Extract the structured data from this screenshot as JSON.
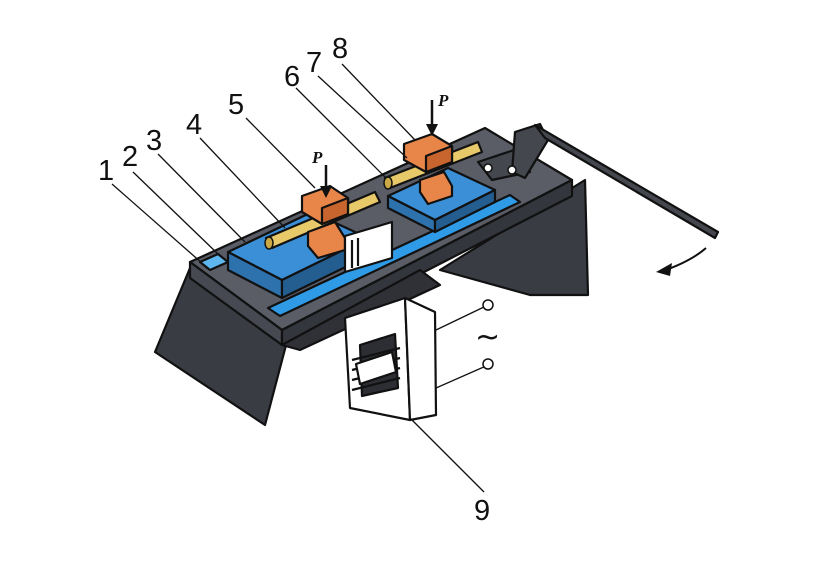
{
  "labels": {
    "l1": "1",
    "l2": "2",
    "l3": "3",
    "l4": "4",
    "l5": "5",
    "l6": "6",
    "l7": "7",
    "l8": "8",
    "l9": "9"
  },
  "force_label": "P",
  "ac_symbol": "~",
  "colors": {
    "housing": "#3d3f47",
    "housing_top": "#5a5c66",
    "blue_plate": "#3b8fd6",
    "blue_rail": "#2f9be6",
    "electrode": "#e8864a",
    "electrode_shade": "#c8652e",
    "rod": "#e7c96a",
    "transformer": "#ffffff"
  }
}
